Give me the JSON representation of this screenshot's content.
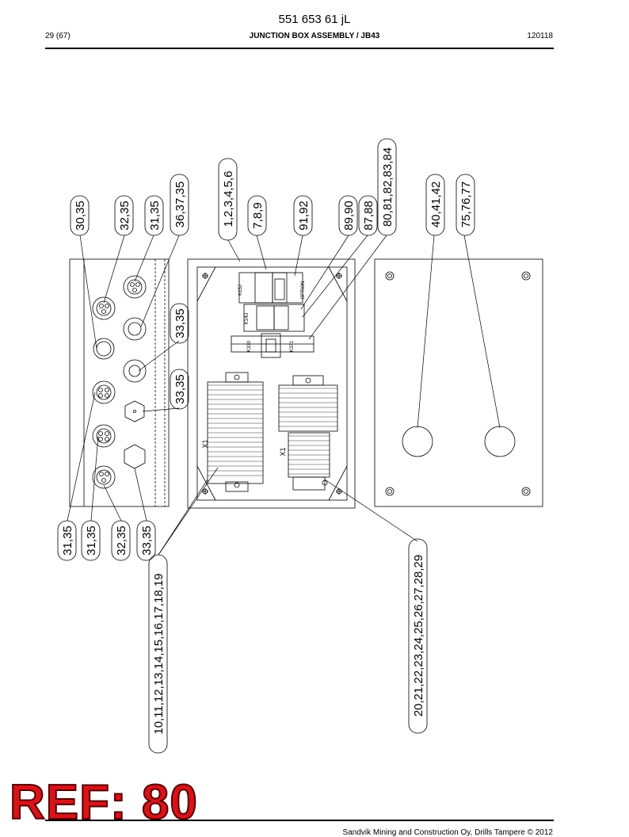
{
  "header": {
    "doc_number": "551 653 61 jL",
    "page": "29 (67)",
    "title": "JUNCTION BOX ASSEMBLY / JB43",
    "date": "120118"
  },
  "callouts_top": [
    "30,35",
    "32,35",
    "31,35",
    "36,37,35",
    "1,2,3,4,5,6",
    "7,8,9",
    "91,92",
    "89,90",
    "87,88",
    "80,81,82,83,84",
    "40,41,42",
    "75,76,77"
  ],
  "callouts_middle": [
    "33,35",
    "33,35"
  ],
  "callouts_bottom": [
    "31,35",
    "31,35",
    "32,35",
    "33,35",
    "10,11,12,13,14,15,16,17,18,19",
    "20,21,22,23,24,25,26,27,28,29"
  ],
  "terminal_labels": [
    "X1",
    "X1",
    "K15J",
    "K14U",
    "K330",
    "K371",
    "OPTION"
  ],
  "ref_label": "REF: 80",
  "footer": "Sandvik Mining and Construction Oy, Drills Tampere © 2012"
}
